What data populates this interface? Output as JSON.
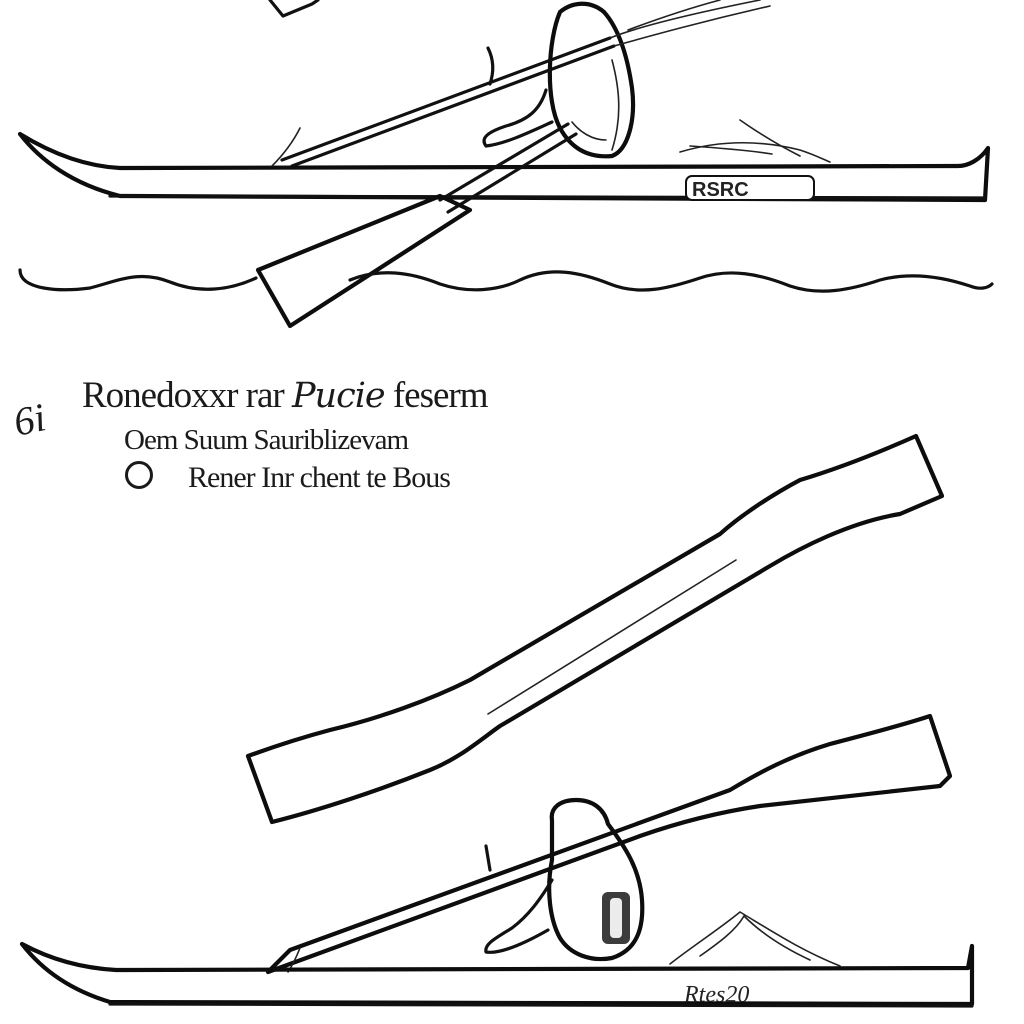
{
  "caption": {
    "heading_a": "Ronedoxxr rar",
    "heading_b": "Pucie",
    "heading_c": "feserm",
    "margin_mark": "6i",
    "subline": "Oem Suum Sauriblizevam",
    "option_label": "Rener Inr chent te Bous"
  },
  "hull_labels": {
    "top": "RSRC",
    "bottom": "Rtes20"
  },
  "icons": [
    "kayak-hull-icon",
    "paddle-icon",
    "paddler-figure-icon",
    "water-wave-icon",
    "radio-option-icon"
  ]
}
